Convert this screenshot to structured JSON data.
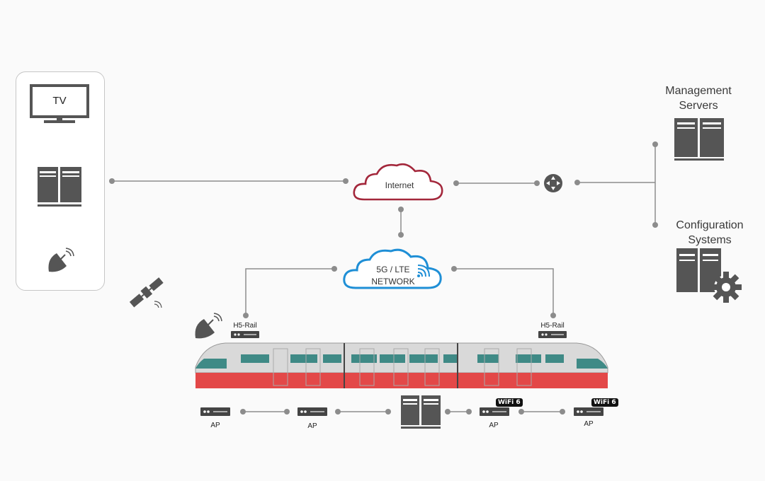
{
  "left_panel": {
    "tv_label": "TV"
  },
  "internet_cloud": {
    "label": "Internet",
    "color": "#a3273b"
  },
  "network_cloud": {
    "line1": "5G / LTE",
    "line2": "NETWORK",
    "color": "#1f8fd6"
  },
  "management_servers": {
    "line1": "Management",
    "line2": "Servers"
  },
  "configuration_systems": {
    "line1": "Configuration",
    "line2": "Systems"
  },
  "rail_routers": {
    "left_label": "H5-Rail",
    "right_label": "H5-Rail"
  },
  "access_points": [
    {
      "label": "AP",
      "wifi6": false
    },
    {
      "label": "AP",
      "wifi6": false
    },
    {
      "label": "AP",
      "wifi6": true
    },
    {
      "label": "AP",
      "wifi6": true
    }
  ],
  "wifi_badge": {
    "text": "WiFi",
    "version": "6"
  },
  "colors": {
    "line": "#8c8c8c",
    "device": "#555555",
    "train_red": "#e34848",
    "train_teal": "#3f8a86"
  }
}
